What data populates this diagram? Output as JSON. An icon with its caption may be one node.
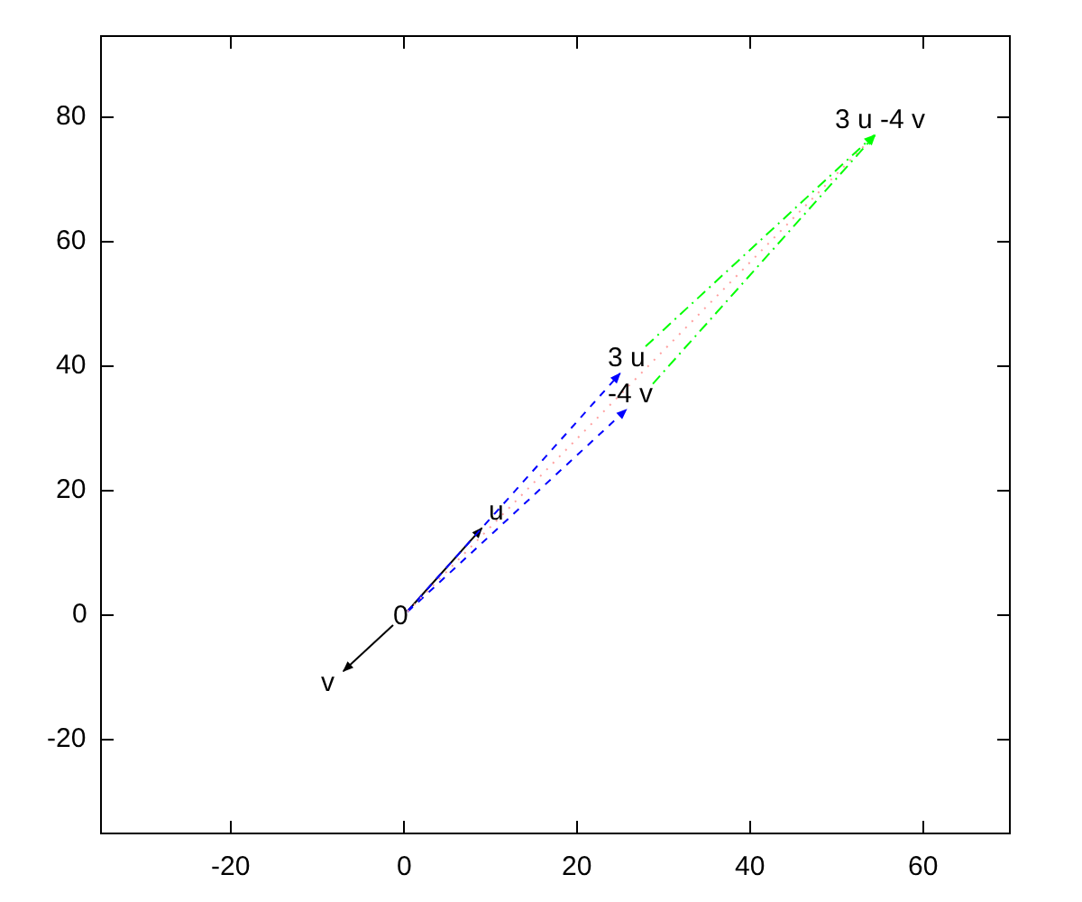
{
  "diagram": {
    "nodes": [
      {
        "text": [
          "0"
        ]
      },
      {
        "text": [
          "u"
        ]
      },
      {
        "text": [
          "v"
        ]
      },
      {
        "text": [
          "3 u"
        ]
      },
      {
        "text": [
          "-4 v"
        ]
      },
      {
        "text": [
          "3 u -4 v"
        ]
      }
    ],
    "edges": [
      {
        "from": 0,
        "to": 1,
        "arrow": "to"
      },
      {
        "from": 0,
        "to": 2,
        "arrow": "to"
      },
      {
        "from": 0,
        "to": 3,
        "arrow": "to",
        "style": "dashed",
        "color": "#0000ff"
      },
      {
        "from": 0,
        "to": 4,
        "arrow": "to",
        "style": "dashed",
        "color": "#0000ff"
      },
      {
        "from": 0,
        "to": 5,
        "arrow": "none",
        "style": "dashed",
        "color": "#ffa0a0"
      },
      {
        "from": 3,
        "to": 5,
        "arrow": "to",
        "style": "dashed",
        "color": "#00ff00"
      },
      {
        "from": 4,
        "to": 5,
        "arrow": "to",
        "style": "dashed",
        "color": "#00ff00"
      }
    ],
    "labels": [
      "80",
      "60",
      "40",
      "20",
      "0",
      "-20",
      "-20",
      "0",
      "20",
      "40",
      "60"
    ]
  }
}
